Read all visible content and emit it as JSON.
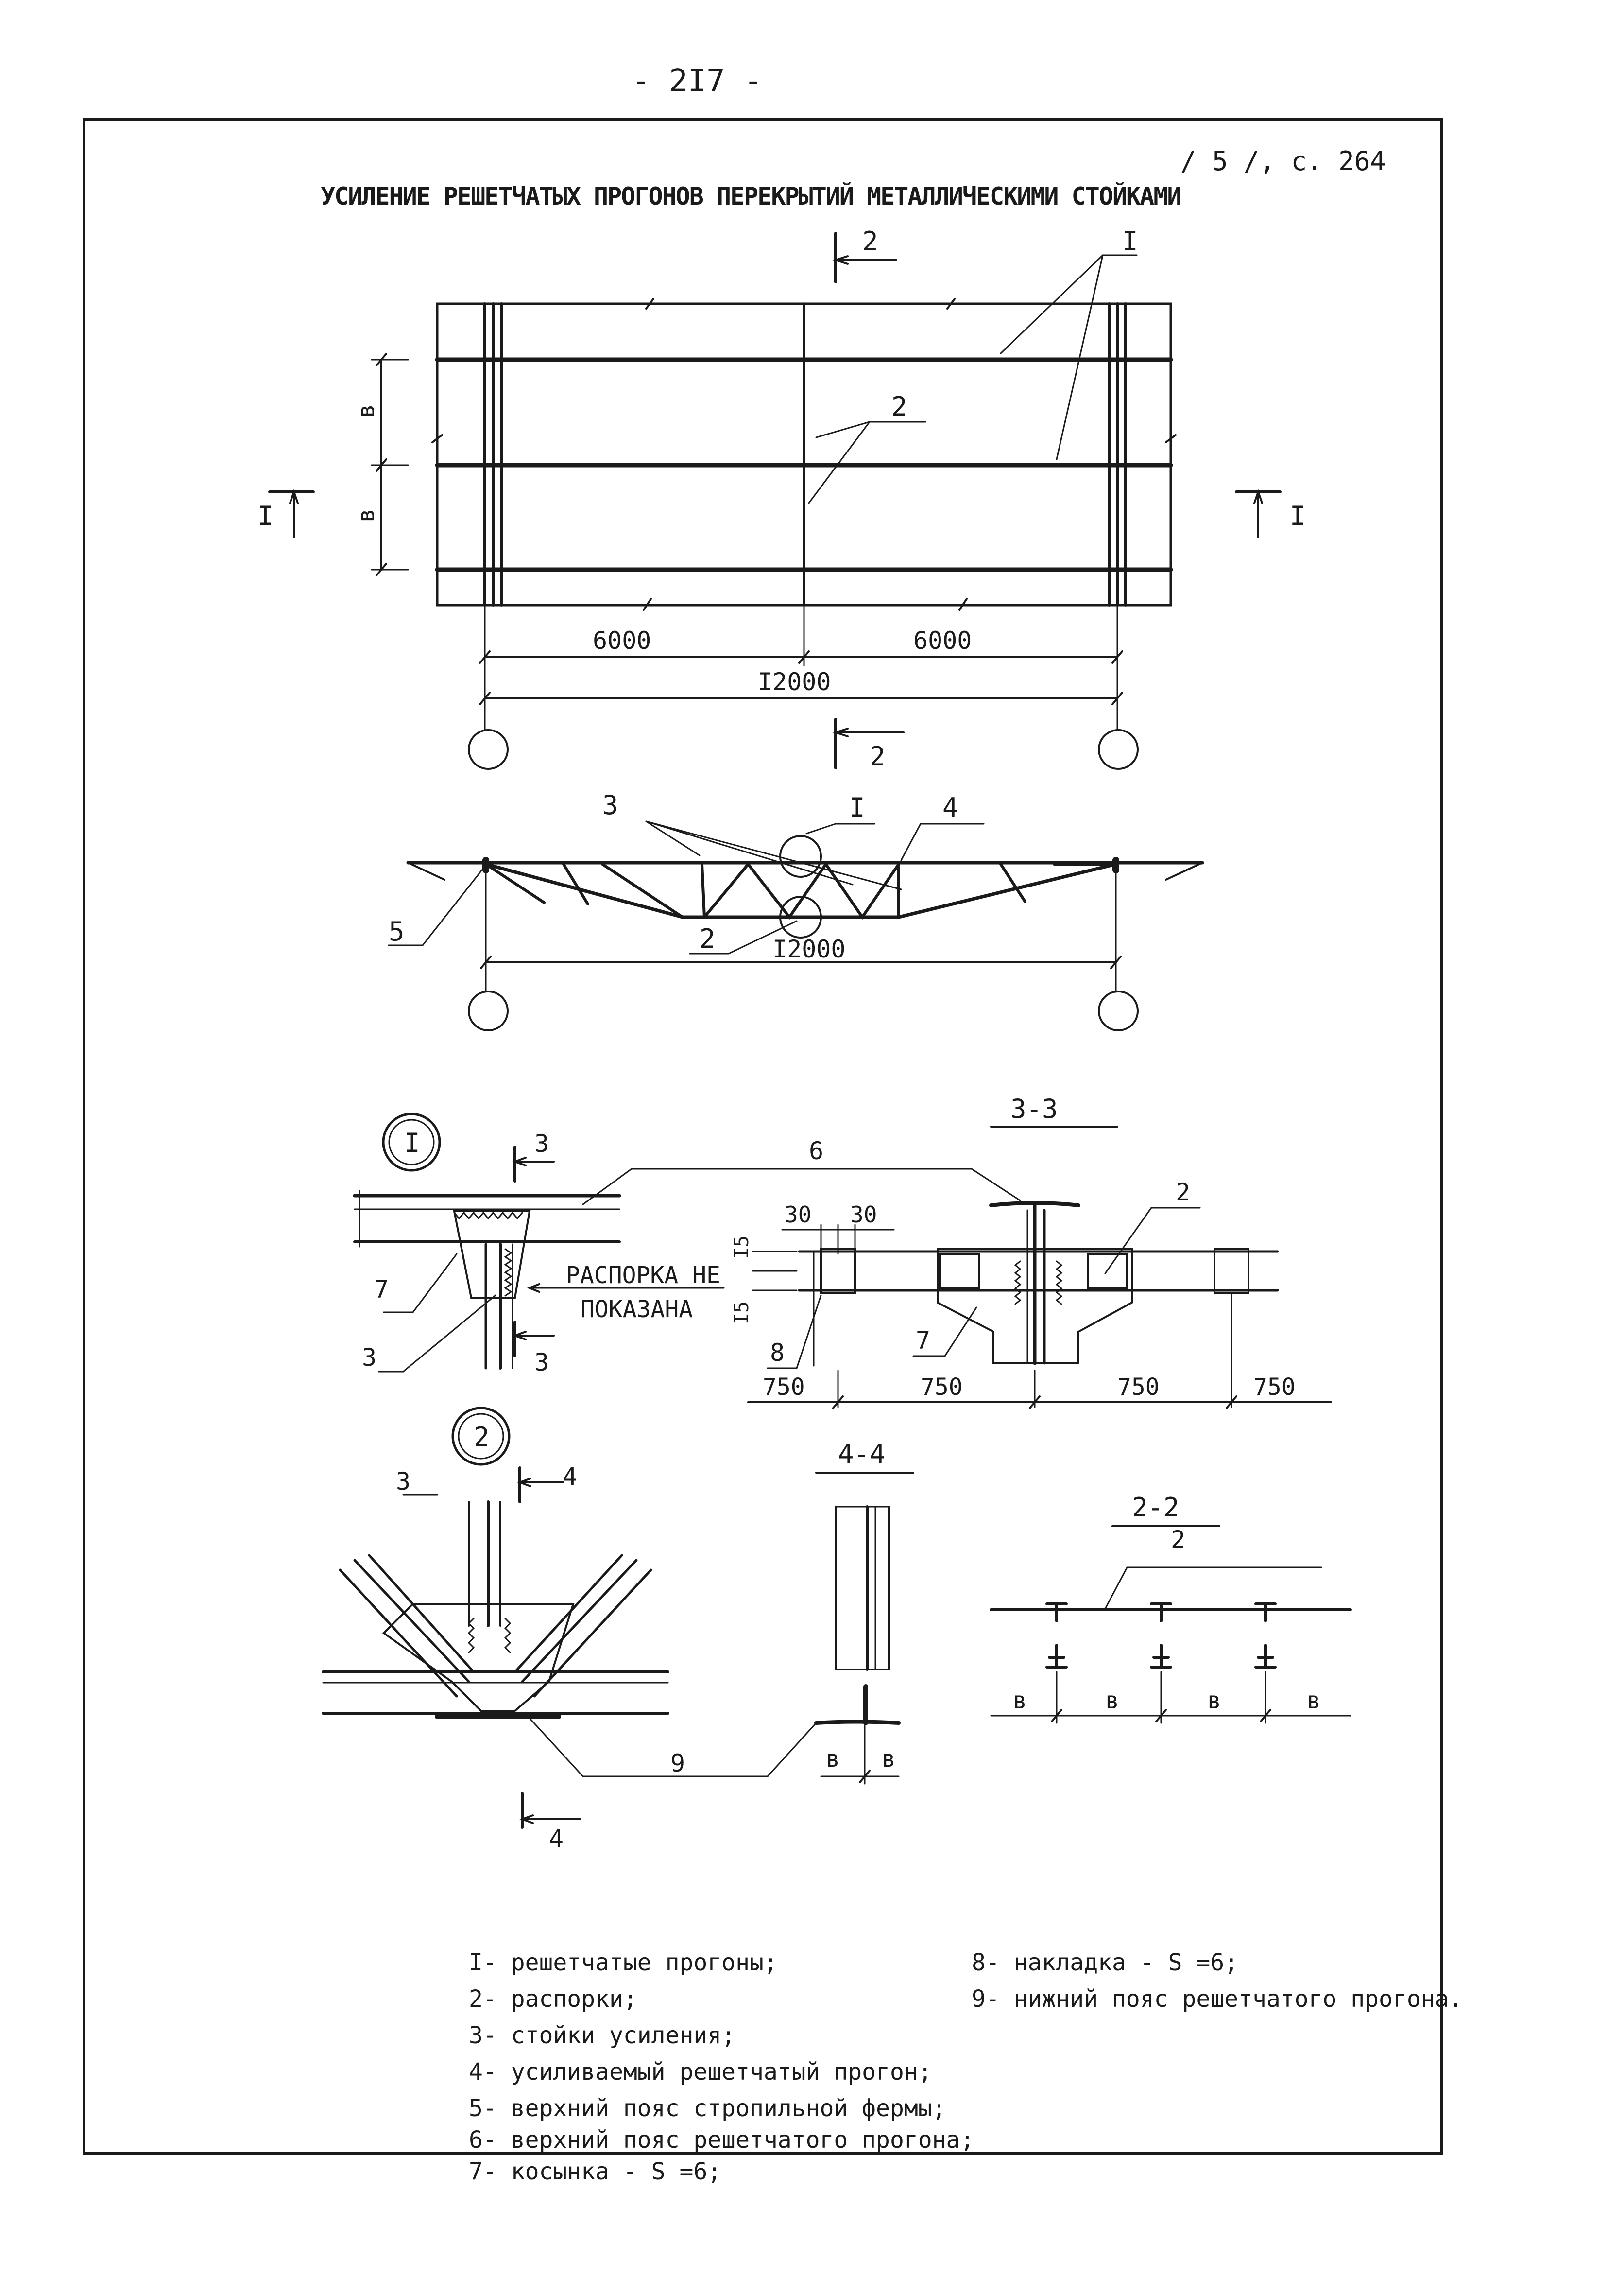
{
  "page": {
    "number": "- 2I7 -",
    "reference": "/ 5 /, с. 264",
    "title": "УСИЛЕНИЕ РЕШЕТЧАТЫХ ПРОГОНОВ ПЕРЕКРЫТИЙ МЕТАЛЛИЧЕСКИМИ СТОЙКАМИ"
  },
  "plan": {
    "dim_left": "6000",
    "dim_right": "6000",
    "dim_total": "I2000",
    "spacing": "в",
    "section_I": "I",
    "section_2": "2",
    "callout_1": "I",
    "callout_2": "2"
  },
  "elevation": {
    "dim_total": "I2000",
    "callout_3": "3",
    "callout_I": "I",
    "callout_4": "4",
    "callout_5": "5",
    "callout_2": "2"
  },
  "node_I": {
    "label": "I",
    "section": "3",
    "callout_7": "7",
    "callout_3": "3",
    "note": "РАСПОРКА НЕ",
    "note_2": "ПОКАЗАНА"
  },
  "section_3_3": {
    "label": "3-3",
    "callout_6": "6",
    "callout_2": "2",
    "callout_8": "8",
    "callout_7": "7",
    "dim_30a": "30",
    "dim_30b": "30",
    "dim_15a": "I5",
    "dim_15b": "I5",
    "dims": [
      "750",
      "750",
      "750",
      "750"
    ]
  },
  "node_2": {
    "label": "2",
    "callout_3": "3",
    "section": "4",
    "callout_9": "9"
  },
  "section_4_4": {
    "label": "4-4",
    "dim_b1": "в",
    "dim_b2": "в"
  },
  "section_2_2": {
    "label": "2-2",
    "callout_2": "2",
    "spacing": "в"
  },
  "legend": {
    "left": [
      "I- решетчатые прогоны;",
      "2- распорки;",
      "3- стойки усиления;",
      "4- усиливаемый решетчатый прогон;",
      "5- верхний пояс стропильной фермы;",
      "6- верхний пояс решетчатого прогона;",
      "7- косынка - S =6;"
    ],
    "right": [
      "8- накладка - S =6;",
      "9- нижний пояс решетчатого прогона."
    ]
  }
}
